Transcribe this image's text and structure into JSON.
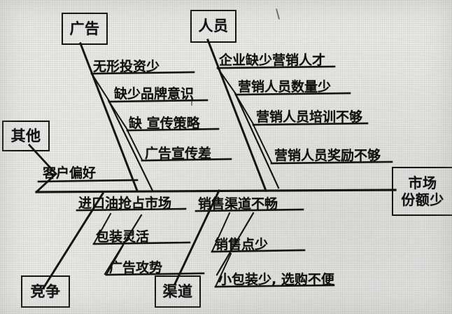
{
  "diagram": {
    "type": "fishbone-ishikawa",
    "effect": {
      "label_line1": "市场",
      "label_line2": "份额少"
    },
    "categories": [
      {
        "id": "advertising",
        "label": "广告",
        "position": "top",
        "causes": [
          "无形投资少",
          "缺少品牌意识",
          "缺  宣传策略",
          "广告宣传差"
        ]
      },
      {
        "id": "personnel",
        "label": "人员",
        "position": "top",
        "causes": [
          "企业缺少营销人才",
          "营销人员数量少",
          "营销人员培训不够",
          "营销人员奖励不够"
        ]
      },
      {
        "id": "other",
        "label": "其他",
        "position": "top-left",
        "causes": [
          "客户偏好"
        ]
      },
      {
        "id": "competition",
        "label": "竞争",
        "position": "bottom",
        "causes": [
          "进口油抢占市场",
          "包装灵活",
          "广告攻势"
        ]
      },
      {
        "id": "channel",
        "label": "渠道",
        "position": "bottom",
        "causes": [
          "销售渠道不畅",
          "销售点少",
          "小包装少, 选购不便"
        ]
      }
    ]
  },
  "colors": {
    "paper": "#e9e9e7",
    "ink": "#16160f",
    "text": "#0f0f0c"
  }
}
